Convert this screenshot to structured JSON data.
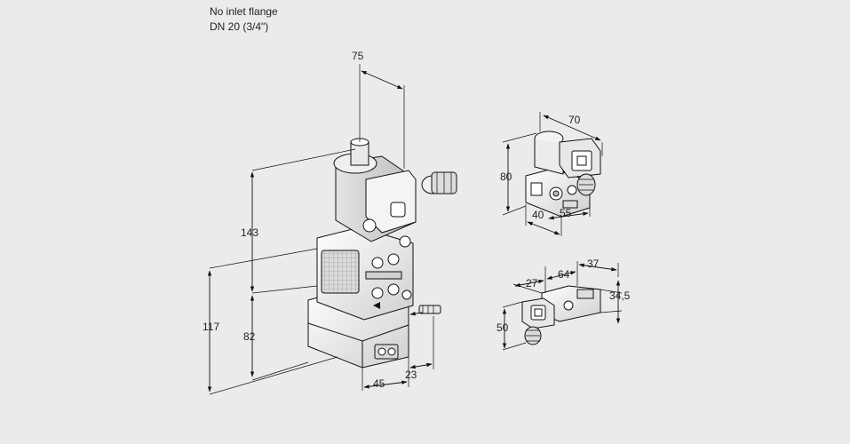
{
  "header": {
    "line1": "No inlet flange",
    "line2": "DN 20 (3/4\")"
  },
  "main_view": {
    "dims": {
      "width_top": "75",
      "height_upper": "143",
      "height_total": "117",
      "height_lower": "82",
      "depth_bottom": "45",
      "offset_bottom": "23"
    }
  },
  "detail_top": {
    "dims": {
      "width": "70",
      "height": "80",
      "depth": "40",
      "offset": "55"
    }
  },
  "detail_bottom": {
    "dims": {
      "a": "27",
      "b": "64",
      "c": "37",
      "d": "34,5",
      "height": "50"
    }
  }
}
